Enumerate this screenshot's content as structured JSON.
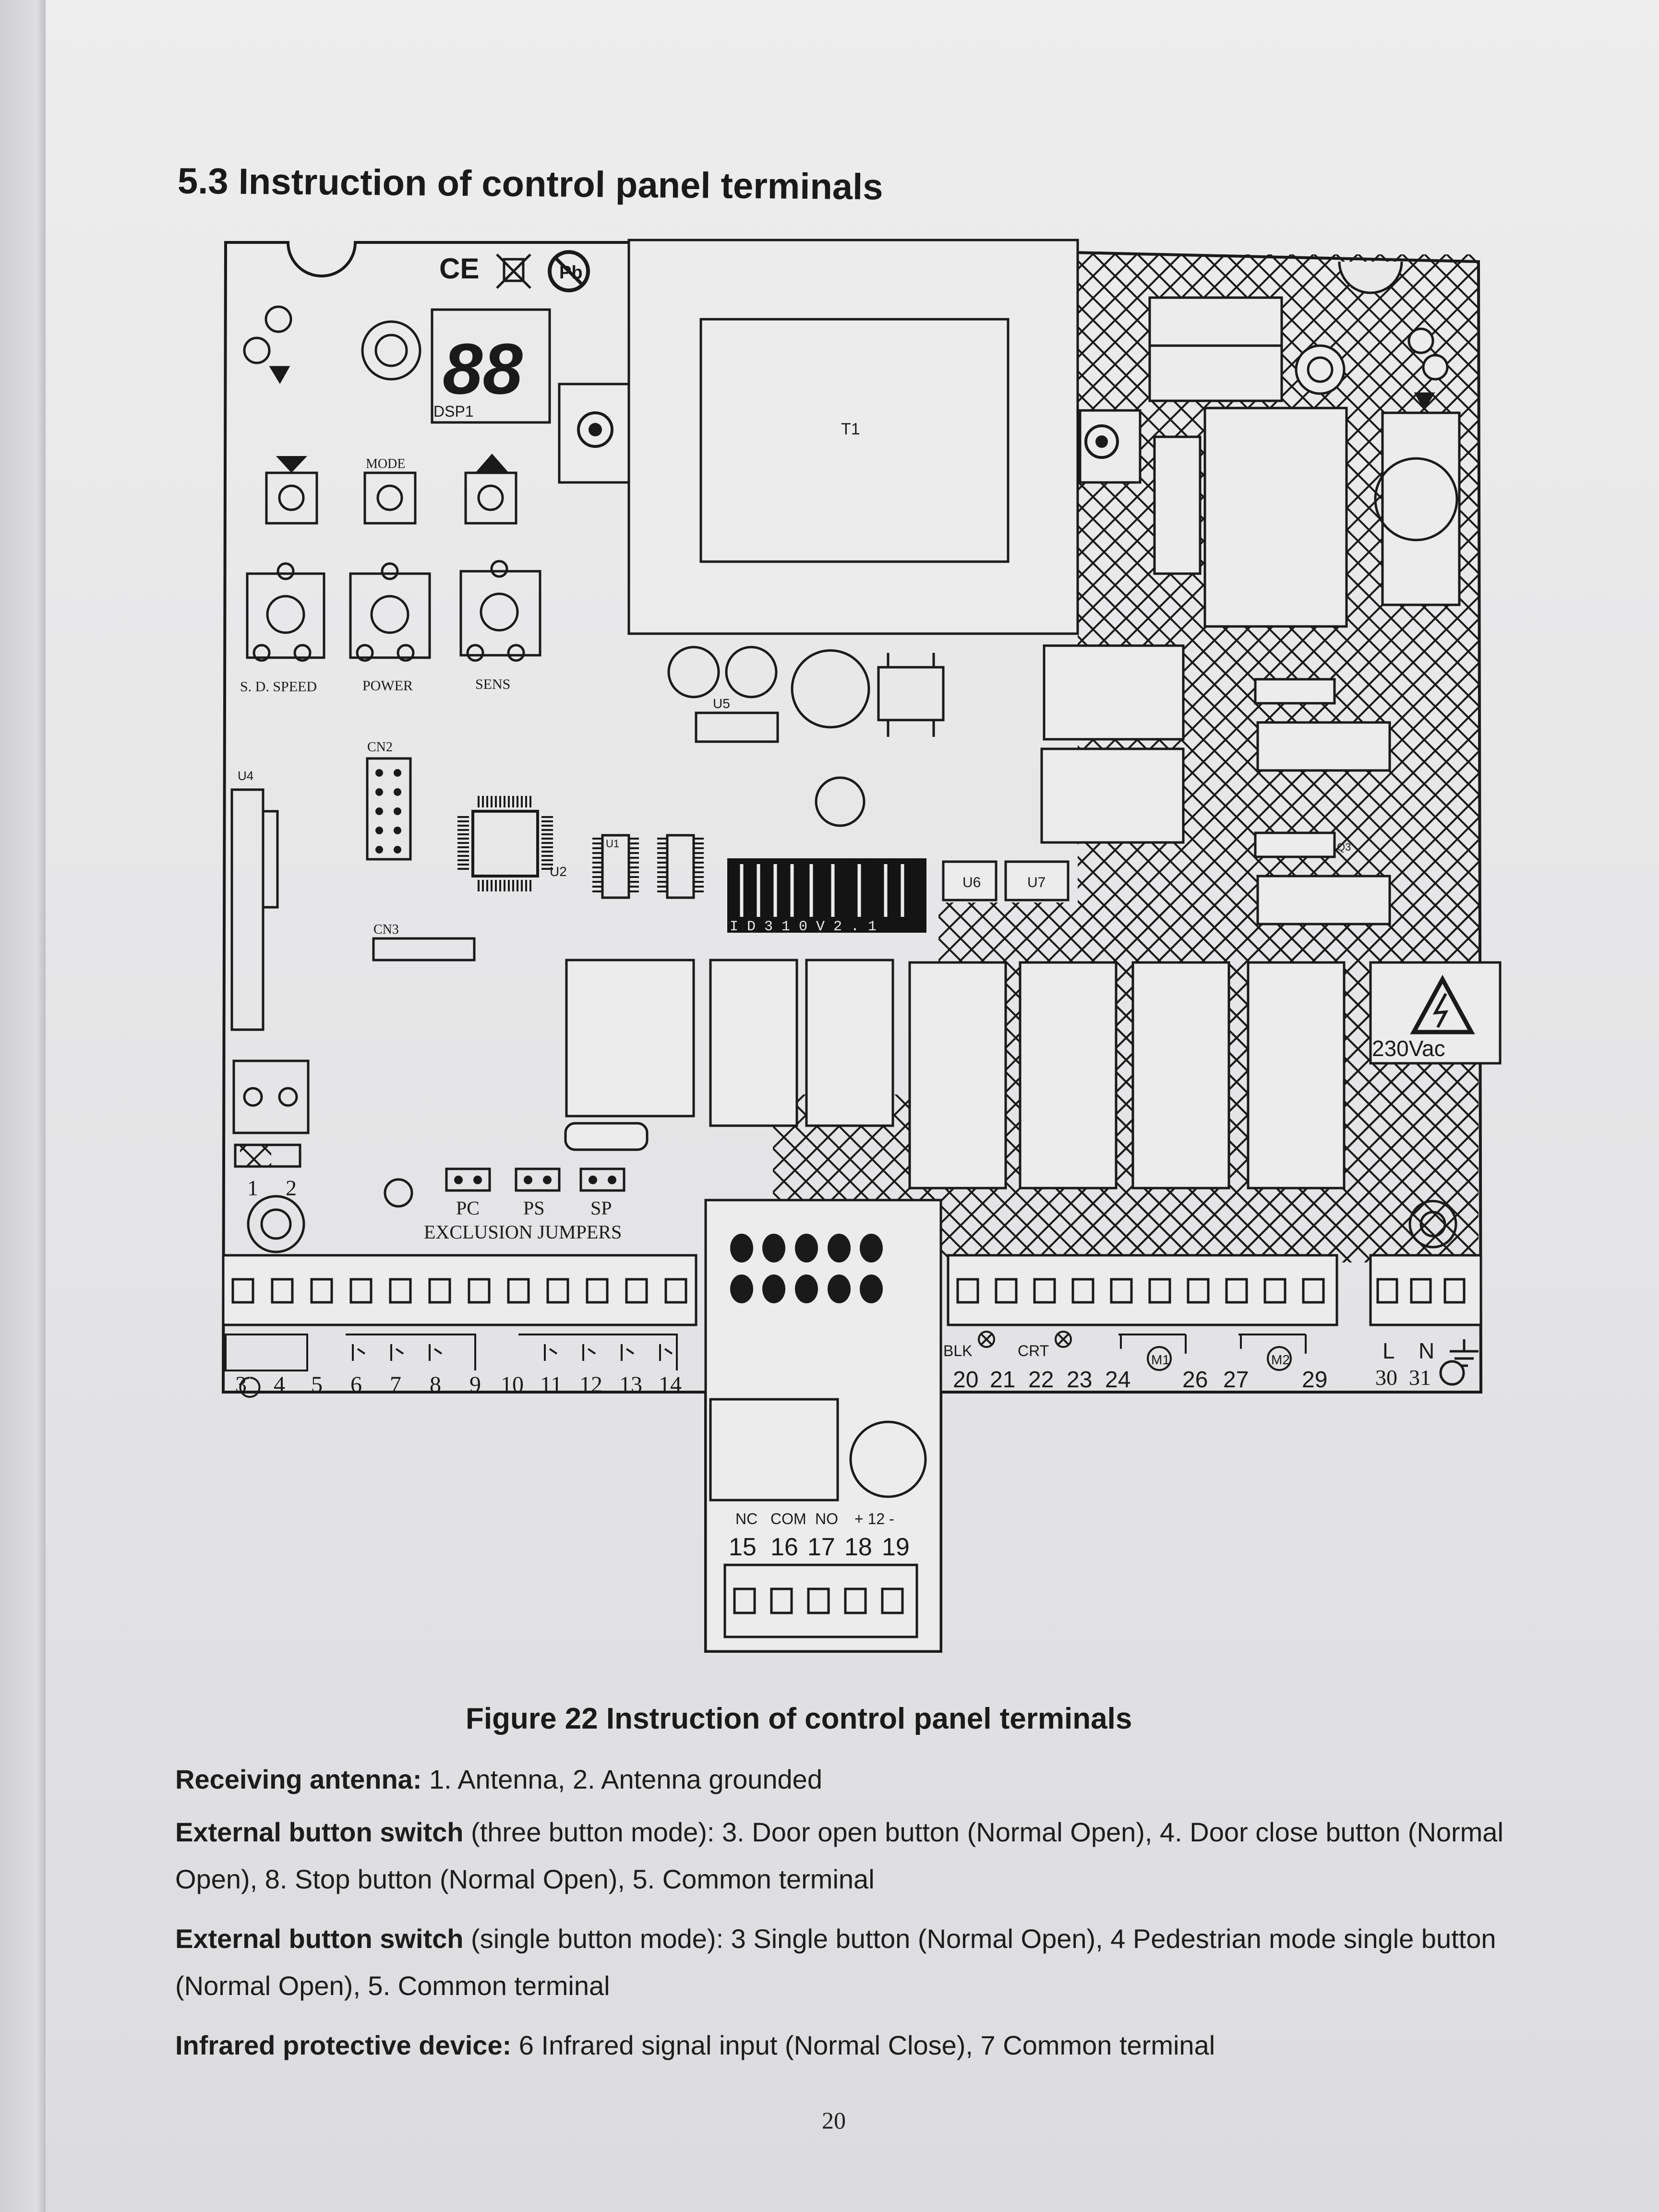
{
  "heading": "5.3 Instruction of control panel terminals",
  "board": {
    "display_label": "DSP1",
    "display_digits": "88",
    "transformer_label": "T1",
    "button_labels": [
      "MODE"
    ],
    "pot_labels": [
      "S. D.  SPEED",
      "POWER",
      "SENS"
    ],
    "connector_labels": [
      "CN2",
      "CN3"
    ],
    "chip_labels": [
      "U2",
      "U4",
      "U5",
      "U6",
      "U7",
      "Q3",
      "U1"
    ],
    "firmware_label": "I D 3 1 0   V 2 . 1",
    "warning_label": "230Vac",
    "jumper_labels": [
      "PC",
      "PS",
      "SP"
    ],
    "jumper_group_label": "EXCLUSION  JUMPERS",
    "left_terminal_numbers": [
      "3",
      "4",
      "5",
      "6",
      "7",
      "8",
      "9",
      "10",
      "11",
      "12",
      "13",
      "14"
    ],
    "right_terminal_numbers": [
      "20",
      "21",
      "22",
      "23",
      "24",
      "26",
      "27",
      "29"
    ],
    "power_terminal_numbers": [
      "30",
      "31"
    ],
    "power_labels": [
      "L",
      "N"
    ],
    "lamp_labels": [
      "BLK",
      "CRT"
    ],
    "motor_labels": [
      "M1",
      "M2"
    ],
    "antenna_pin_labels": [
      "1",
      "2"
    ],
    "relay_pin_labels": [
      "NC",
      "COM",
      "NO",
      "+ 12 -"
    ],
    "relay_terminal_numbers": [
      "15",
      "16",
      "17",
      "18",
      "19"
    ]
  },
  "caption": "Figure 22 Instruction of control panel terminals",
  "paragraphs": [
    {
      "term": "Receiving antenna:",
      "text": " 1. Antenna, 2. Antenna grounded"
    },
    {
      "term": "External button switch",
      "text": " (three button mode): 3. Door open button (Normal Open), 4. Door close button (Normal Open), 8. Stop button (Normal Open), 5. Common terminal"
    },
    {
      "term": "External button switch",
      "text": " (single button mode): 3 Single button (Normal Open), 4 Pedestrian mode single button (Normal Open), 5. Common terminal"
    },
    {
      "term": "Infrared protective device:",
      "text": " 6 Infrared signal input (Normal Close), 7 Common terminal"
    }
  ],
  "page_number": "20"
}
